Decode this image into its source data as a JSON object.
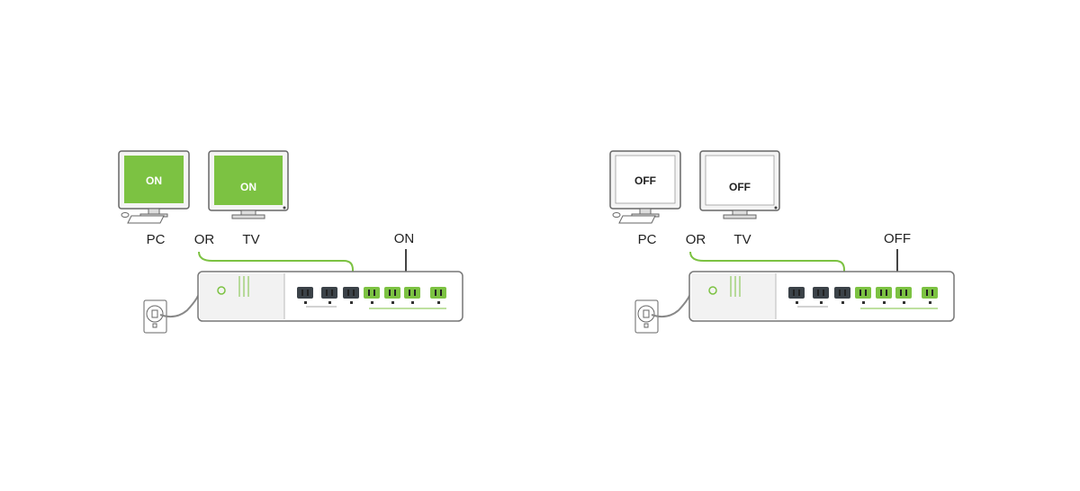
{
  "colors": {
    "accent": "#7cc242",
    "outlet_dark": "#3b4248",
    "outline": "#666666"
  },
  "panels": [
    {
      "state": "on",
      "pc_screen_text": "ON",
      "tv_screen_text": "ON",
      "pc_label": "PC",
      "or_label": "OR",
      "tv_label": "TV",
      "group_label": "ON"
    },
    {
      "state": "off",
      "pc_screen_text": "OFF",
      "tv_screen_text": "OFF",
      "pc_label": "PC",
      "or_label": "OR",
      "tv_label": "TV",
      "group_label": "OFF"
    }
  ]
}
